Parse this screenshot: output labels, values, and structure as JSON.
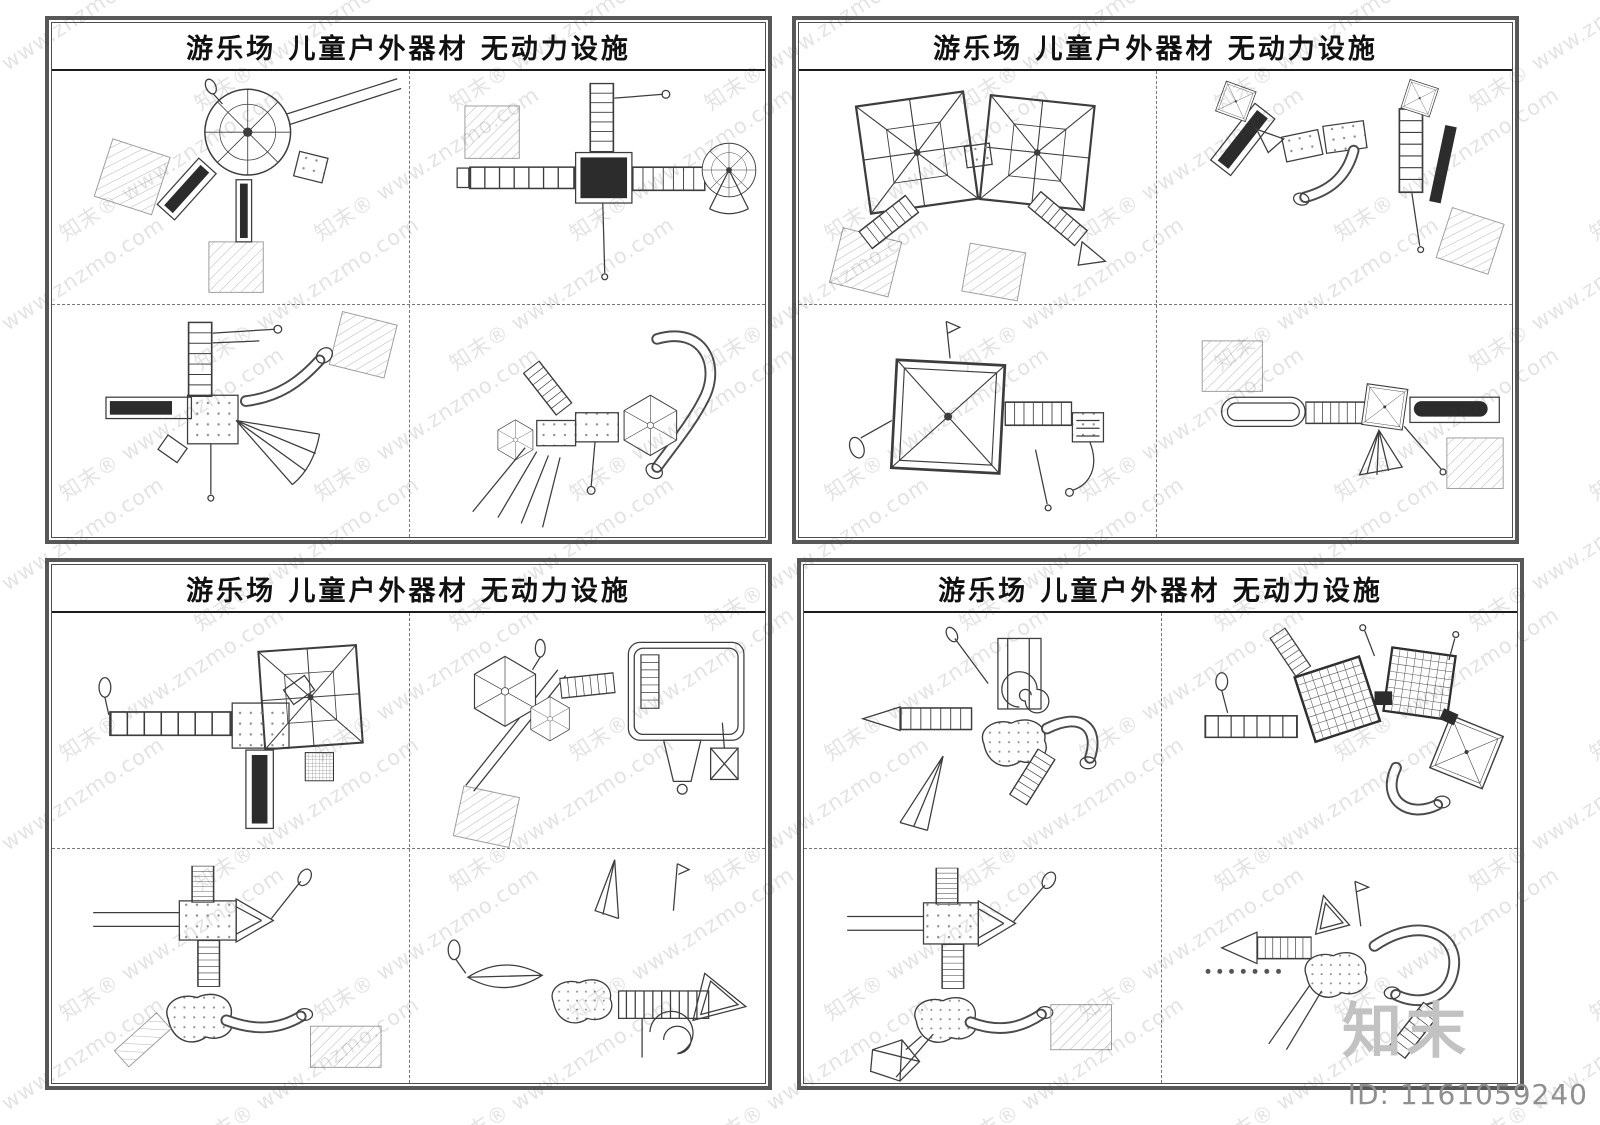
{
  "page": {
    "background": "#ffffff",
    "watermark_text": "知末® www.znzmo.com",
    "brand_logo_text": "知末",
    "image_id_text": "ID: 1161059240",
    "line_color": "#3d3d3d",
    "accent_dark": "#2c2c2c"
  },
  "panels": [
    {
      "title": "游乐场 儿童户外器材 无动力设施"
    },
    {
      "title": "游乐场 儿童户外器材 无动力设施"
    },
    {
      "title": "游乐场 儿童户外器材 无动力设施"
    },
    {
      "title": "游乐场 儿童户外器材 无动力设施"
    }
  ]
}
